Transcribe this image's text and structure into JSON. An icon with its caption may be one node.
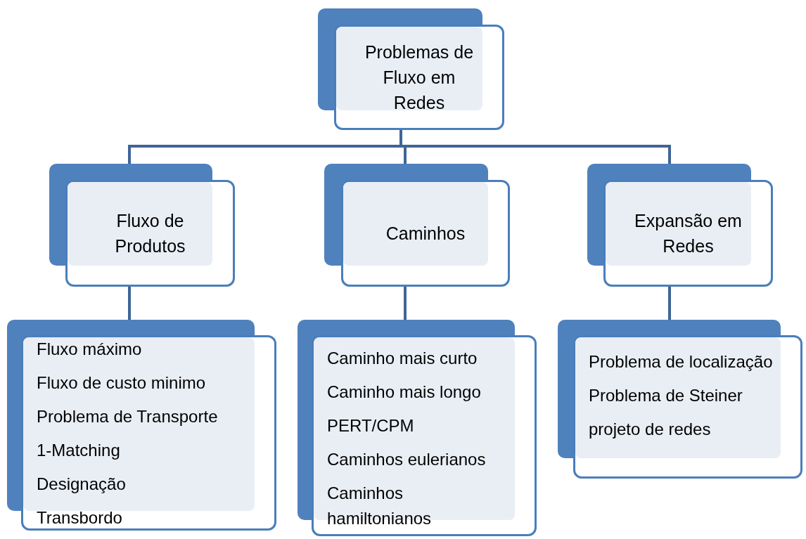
{
  "diagram": {
    "nodes": [
      {
        "text": [
          "Problemas de Fluxo em Redes"
        ]
      },
      {
        "text": [
          "Fluxo de Produtos"
        ]
      },
      {
        "text": [
          "Caminhos"
        ]
      },
      {
        "text": [
          "Expansão em Redes"
        ]
      },
      {
        "text": [
          "Fluxo máximo",
          "Fluxo de custo minimo",
          "Problema de Transporte",
          "1-Matching",
          "Designação",
          "Transbordo"
        ]
      },
      {
        "text": [
          "Caminho mais curto",
          "Caminho mais longo",
          "PERT/CPM",
          "Caminhos eulerianos",
          "Caminhos hamiltonianos"
        ]
      },
      {
        "text": [
          "Problema de localização",
          "Problema de Steiner",
          "projeto de redes"
        ]
      }
    ],
    "edges": [
      {
        "from": 0,
        "to": 1,
        "arrow": "none"
      },
      {
        "from": 0,
        "to": 2,
        "arrow": "none"
      },
      {
        "from": 0,
        "to": 3,
        "arrow": "none"
      },
      {
        "from": 1,
        "to": 4,
        "arrow": "none"
      },
      {
        "from": 2,
        "to": 5,
        "arrow": "none"
      },
      {
        "from": 3,
        "to": 6,
        "arrow": "none"
      }
    ]
  }
}
